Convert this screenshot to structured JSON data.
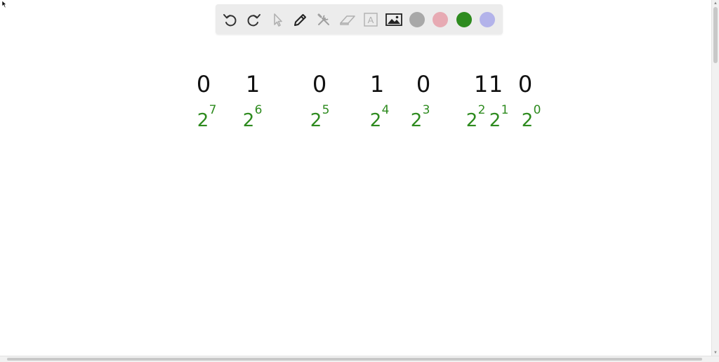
{
  "toolbar": {
    "tools": [
      {
        "name": "undo",
        "icon": "undo-icon"
      },
      {
        "name": "redo",
        "icon": "redo-icon"
      },
      {
        "name": "select",
        "icon": "pointer-icon"
      },
      {
        "name": "pen",
        "icon": "pen-icon"
      },
      {
        "name": "tools",
        "icon": "tools-icon"
      },
      {
        "name": "eraser",
        "icon": "eraser-icon"
      },
      {
        "name": "text",
        "icon": "text-icon",
        "label": "A"
      },
      {
        "name": "image",
        "icon": "image-icon"
      }
    ],
    "colors": [
      "#a8a8a8",
      "#e7aab3",
      "#2e8b1f",
      "#b3b3ea"
    ]
  },
  "whiteboard": {
    "bits": [
      "0",
      "1",
      "0",
      "1",
      "0",
      "1",
      "1",
      "0"
    ],
    "powers": [
      {
        "base": "2",
        "exp": "7"
      },
      {
        "base": "2",
        "exp": "6"
      },
      {
        "base": "2",
        "exp": "5"
      },
      {
        "base": "2",
        "exp": "4"
      },
      {
        "base": "2",
        "exp": "3"
      },
      {
        "base": "2",
        "exp": "2"
      },
      {
        "base": "2",
        "exp": "1"
      },
      {
        "base": "2",
        "exp": "0"
      }
    ],
    "bit_color": "#111111",
    "power_color": "#2e8b1f"
  }
}
